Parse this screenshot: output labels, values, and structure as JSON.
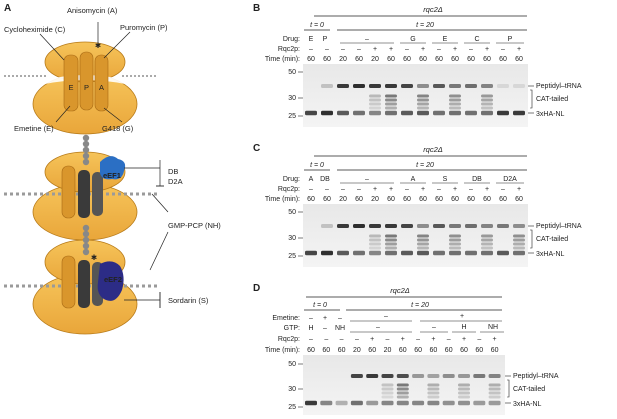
{
  "panel_letters": {
    "a": "A",
    "b": "B",
    "c": "C",
    "d": "D"
  },
  "panel_a": {
    "top_labels": {
      "cyclohex": "Cycloheximide (C)",
      "anisomycin": "Anisomycin (A)",
      "puromycin": "Puromycin (P)",
      "emetine": "Emetine (E)",
      "g418": "G418 (G)"
    },
    "sites": [
      "E",
      "P",
      "A"
    ],
    "eef1": "eEF1",
    "eef2": "eEF2",
    "db": "DB",
    "d2a": "D2A",
    "gmppcp": "GMP-PCP (NH)",
    "sordarin": "Sordarin (S)"
  },
  "panel_b": {
    "strain": "rqc2Δ",
    "t0": "t = 0",
    "t20": "t = 20",
    "row_labels": {
      "drug": "Drug:",
      "rqc": "Rqc2p:",
      "time": "Time (min):"
    },
    "drug_groups": [
      "E",
      "P",
      "–",
      "G",
      "E",
      "C",
      "P"
    ],
    "rqc": [
      "–",
      "–",
      "–",
      "–",
      "+",
      "+",
      "–",
      "+",
      "–",
      "+",
      "–",
      "+",
      "–",
      "+"
    ],
    "time": [
      "60",
      "60",
      "20",
      "60",
      "20",
      "60",
      "60",
      "60",
      "60",
      "60",
      "60",
      "60",
      "60",
      "60"
    ],
    "mw": [
      "50",
      "30",
      "25"
    ],
    "bands": [
      "Peptidyl–tRNA",
      "CAT-tailed",
      "3xHA-NL"
    ]
  },
  "panel_c": {
    "strain": "rqc2Δ",
    "t0": "t = 0",
    "t20": "t = 20",
    "row_labels": {
      "drug": "Drug:",
      "rqc": "Rqc2p:",
      "time": "Time (min):"
    },
    "drug_groups": [
      "A",
      "DB",
      "–",
      "A",
      "S",
      "DB",
      "D2A"
    ],
    "rqc": [
      "–",
      "–",
      "–",
      "–",
      "+",
      "+",
      "–",
      "+",
      "–",
      "+",
      "–",
      "+",
      "–",
      "+"
    ],
    "time": [
      "60",
      "60",
      "20",
      "60",
      "20",
      "60",
      "60",
      "60",
      "60",
      "60",
      "60",
      "60",
      "60",
      "60"
    ],
    "mw": [
      "50",
      "30",
      "25"
    ],
    "bands": [
      "Peptidyl–tRNA",
      "CAT-tailed",
      "3xHA-NL"
    ]
  },
  "panel_d": {
    "strain": "rqc2Δ",
    "t0": "t = 0",
    "t20": "t = 20",
    "row_labels": {
      "emetine": "Emetine:",
      "gtp": "GTP:",
      "rqc": "Rqc2p:",
      "time": "Time (min):"
    },
    "emetine_t0": [
      "–",
      "+",
      "–"
    ],
    "emetine_groups": [
      "–",
      "+"
    ],
    "gtp_t0": [
      "H",
      "–",
      "NH"
    ],
    "gtp_groups": [
      "–",
      "–",
      "H",
      "NH"
    ],
    "rqc": [
      "–",
      "–",
      "–",
      "–",
      "+",
      "–",
      "+",
      "–",
      "+",
      "–",
      "+",
      "–",
      "+"
    ],
    "time": [
      "60",
      "60",
      "60",
      "20",
      "60",
      "20",
      "60",
      "60",
      "60",
      "60",
      "60",
      "60",
      "60"
    ],
    "mw": [
      "50",
      "30",
      "25"
    ],
    "bands": [
      "Peptidyl–tRNA",
      "CAT-tailed",
      "3xHA-NL"
    ]
  }
}
